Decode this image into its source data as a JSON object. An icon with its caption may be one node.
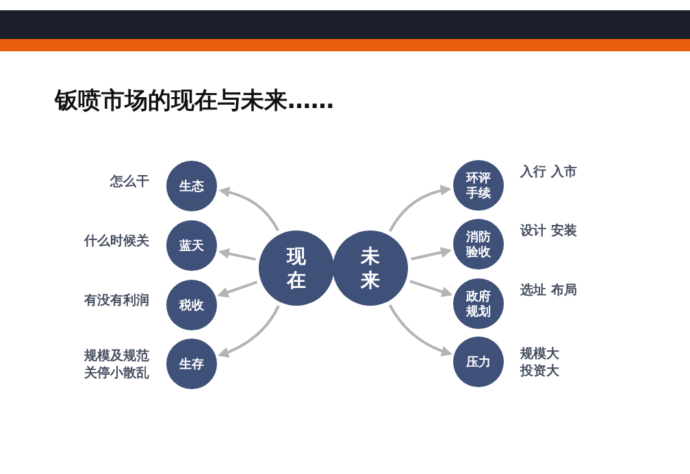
{
  "diagram": {
    "title": "钣喷市场的现在与未来……",
    "nodes": [
      {
        "text": [
          "现在"
        ]
      },
      {
        "text": [
          "未来"
        ]
      },
      {
        "text": [
          "生态"
        ],
        "beside": [
          "怎么干"
        ]
      },
      {
        "text": [
          "蓝天"
        ],
        "beside": [
          "什么时候关"
        ]
      },
      {
        "text": [
          "税收"
        ],
        "beside": [
          "有没有利润"
        ]
      },
      {
        "text": [
          "生存"
        ],
        "beside": [
          "规模及规范关停小散乱"
        ]
      },
      {
        "text": [
          "环评手续"
        ],
        "beside": [
          "入行 入市"
        ]
      },
      {
        "text": [
          "消防验收"
        ],
        "beside": [
          "设计 安装"
        ]
      },
      {
        "text": [
          "政府规划"
        ],
        "beside": [
          "选址 布局"
        ]
      },
      {
        "text": [
          "压力"
        ],
        "beside": [
          "规模大投资大"
        ]
      }
    ],
    "edges": [
      {
        "from": 0,
        "to": 2,
        "arrow": "to"
      },
      {
        "from": 0,
        "to": 3,
        "arrow": "to"
      },
      {
        "from": 0,
        "to": 4,
        "arrow": "to"
      },
      {
        "from": 0,
        "to": 5,
        "arrow": "to"
      },
      {
        "from": 1,
        "to": 6,
        "arrow": "to"
      },
      {
        "from": 1,
        "to": 7,
        "arrow": "to"
      },
      {
        "from": 1,
        "to": 8,
        "arrow": "to"
      },
      {
        "from": 1,
        "to": 9,
        "arrow": "to"
      }
    ]
  }
}
